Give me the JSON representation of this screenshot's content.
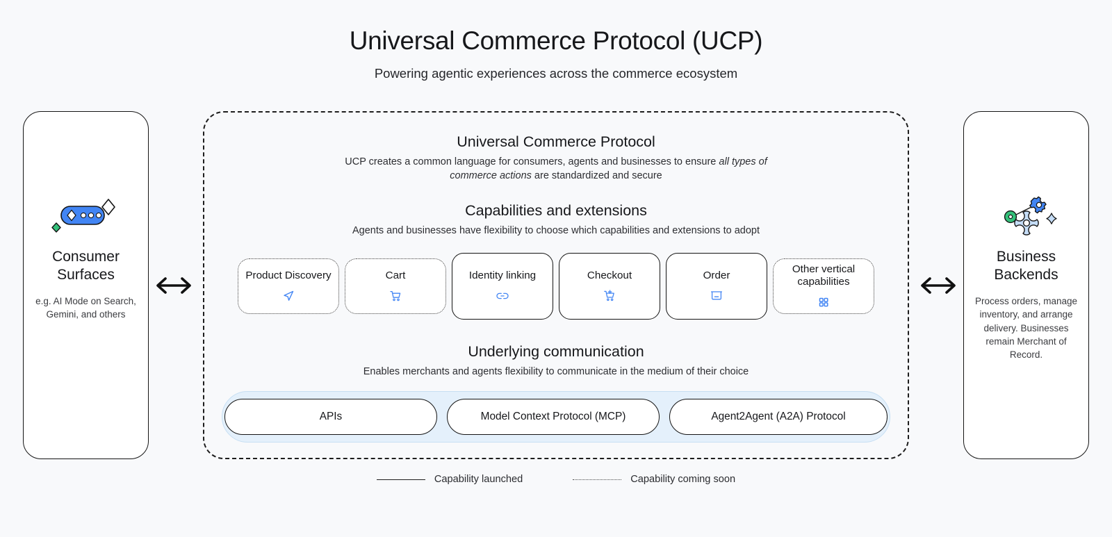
{
  "header": {
    "title": "Universal Commerce Protocol (UCP)",
    "subtitle": "Powering agentic experiences across the commerce ecosystem"
  },
  "left_panel": {
    "icon": "ai-sparkle-pill-icon",
    "title": "Consumer Surfaces",
    "description": "e.g. AI Mode on Search, Gemini, and others"
  },
  "right_panel": {
    "icon": "gears-backend-icon",
    "title": "Business Backends",
    "description": "Process orders, manage inventory, and arrange delivery. Businesses remain Merchant of Record."
  },
  "connectors": {
    "left_arrow": "double-headed-arrow-icon",
    "right_arrow": "double-headed-arrow-icon"
  },
  "ucp": {
    "title": "Universal Commerce Protocol",
    "subtitle_part1": "UCP creates a common language for consumers, agents and businesses to ensure ",
    "subtitle_emphasis": "all types of commerce actions",
    "subtitle_part2": " are standardized and secure"
  },
  "capabilities_section": {
    "title": "Capabilities and extensions",
    "subtitle": "Agents and businesses have flexibility to choose which capabilities and extensions to adopt",
    "items": [
      {
        "label": "Product Discovery",
        "icon": "navigation-arrow-icon",
        "status": "soon"
      },
      {
        "label": "Cart",
        "icon": "shopping-cart-icon",
        "status": "soon"
      },
      {
        "label": "Identity linking",
        "icon": "link-chain-icon",
        "status": "launched"
      },
      {
        "label": "Checkout",
        "icon": "add-to-cart-icon",
        "status": "launched"
      },
      {
        "label": "Order",
        "icon": "package-box-icon",
        "status": "launched"
      },
      {
        "label": "Other vertical capabilities",
        "icon": "grid-apps-icon",
        "status": "soon"
      }
    ]
  },
  "communication_section": {
    "title": "Underlying communication",
    "subtitle": "Enables merchants and agents flexibility to communicate in the medium of their choice",
    "items": [
      {
        "label": "APIs"
      },
      {
        "label": "Model Context Protocol (MCP)"
      },
      {
        "label": "Agent2Agent (A2A) Protocol"
      }
    ]
  },
  "legend": {
    "launched_label": "Capability launched",
    "coming_soon_label": "Capability coming soon"
  },
  "colors": {
    "background": "#F8F9FB",
    "accent_blue": "#4285F4",
    "comm_strip": "#E4F0FB",
    "green": "#34A853",
    "outline": "#141414"
  }
}
